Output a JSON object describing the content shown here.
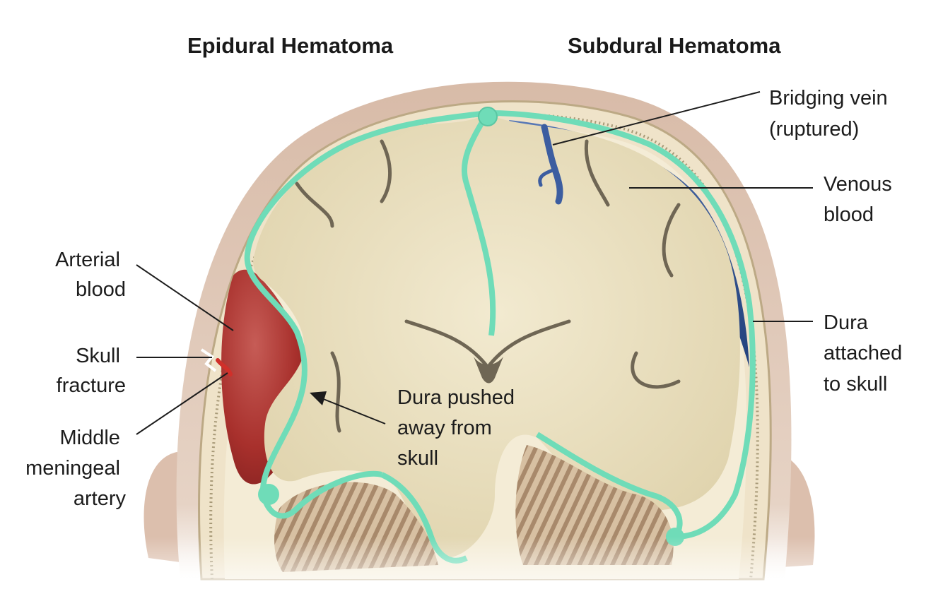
{
  "titles": {
    "left": "Epidural Hematoma",
    "right": "Subdural Hematoma"
  },
  "labels": {
    "arterial_blood": [
      "Arterial",
      "blood"
    ],
    "skull_fracture": [
      "Skull",
      "fracture"
    ],
    "middle_meningeal_artery": [
      "Middle",
      "meningeal",
      "artery"
    ],
    "bridging_vein": [
      "Bridging vein",
      "(ruptured)"
    ],
    "venous_blood": [
      "Venous",
      "blood"
    ],
    "dura_attached": [
      "Dura",
      "attached",
      "to skull"
    ],
    "dura_pushed": [
      "Dura pushed",
      "away from",
      "skull"
    ]
  },
  "colors": {
    "dura": "#6fdcb8",
    "arterial_blood": "#a8302c",
    "venous_blood": "#2f4f8f",
    "brain": "#e9dfbf",
    "sulci": "#6f6654",
    "skin": "#d9bfae",
    "skull": "#efe4cc",
    "cerebellum": "#cdb395"
  }
}
